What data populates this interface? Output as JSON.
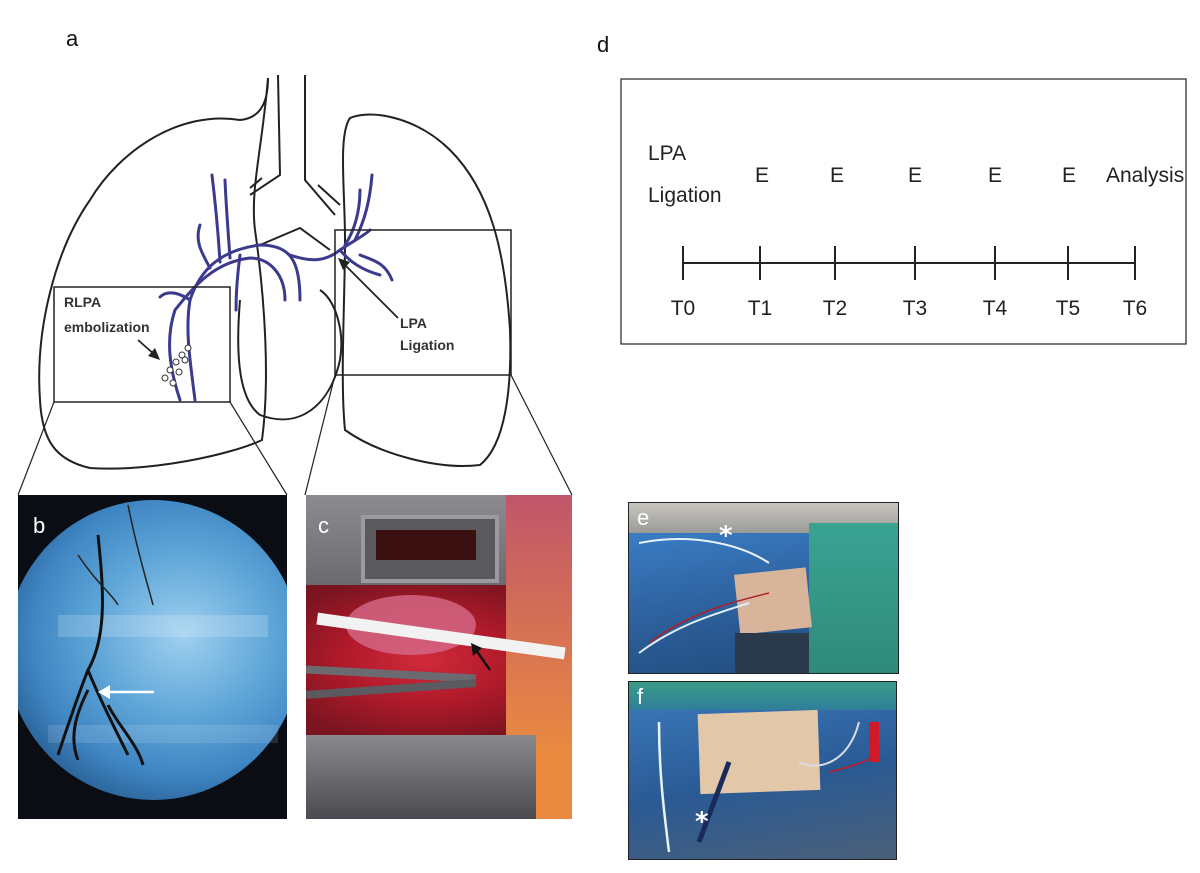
{
  "panels": {
    "a": "a",
    "b": "b",
    "c": "c",
    "d": "d",
    "e": "e",
    "f": "f"
  },
  "diagram": {
    "rlpa_line1": "RLPA",
    "rlpa_line2": "embolization",
    "lpa_line1": "LPA",
    "lpa_line2": "Ligation"
  },
  "timeline": {
    "events": [
      "LPA",
      "Ligation",
      "E",
      "E",
      "E",
      "E",
      "E",
      "Analysis"
    ],
    "ticks": [
      "T0",
      "T1",
      "T2",
      "T3",
      "T4",
      "T5",
      "T6"
    ]
  },
  "markers": {
    "asterisk": "*"
  },
  "colors": {
    "vessel": "#3b3a8c",
    "outline": "#222222",
    "fluoro": "#3f86c4",
    "tissue": "#b01a2a",
    "drape_blue": "#2f6fb5",
    "drape_green": "#2f9a86"
  }
}
